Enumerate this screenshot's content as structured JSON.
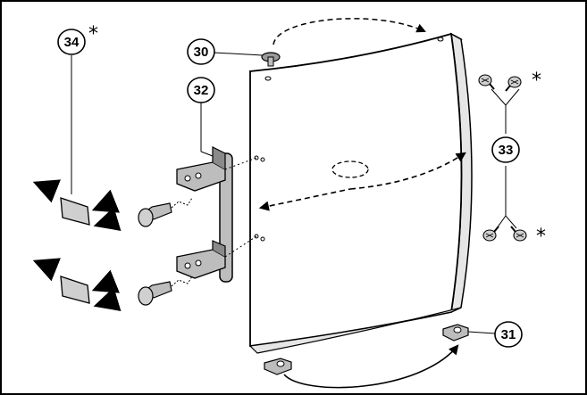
{
  "figure": {
    "colors": {
      "frame": "#000000",
      "door_face": "#ffffff",
      "door_side": "#e6e6e6",
      "metal": "#bdbdbd",
      "metal_dark": "#8a8a8a",
      "line": "#000000"
    },
    "callouts": [
      {
        "id": "c30",
        "label": "30",
        "starred": false
      },
      {
        "id": "c31",
        "label": "31",
        "starred": false
      },
      {
        "id": "c32",
        "label": "32",
        "starred": false
      },
      {
        "id": "c33",
        "label": "33",
        "starred": false
      },
      {
        "id": "c34",
        "label": "34",
        "starred": true
      }
    ],
    "star_symbol": "*"
  }
}
